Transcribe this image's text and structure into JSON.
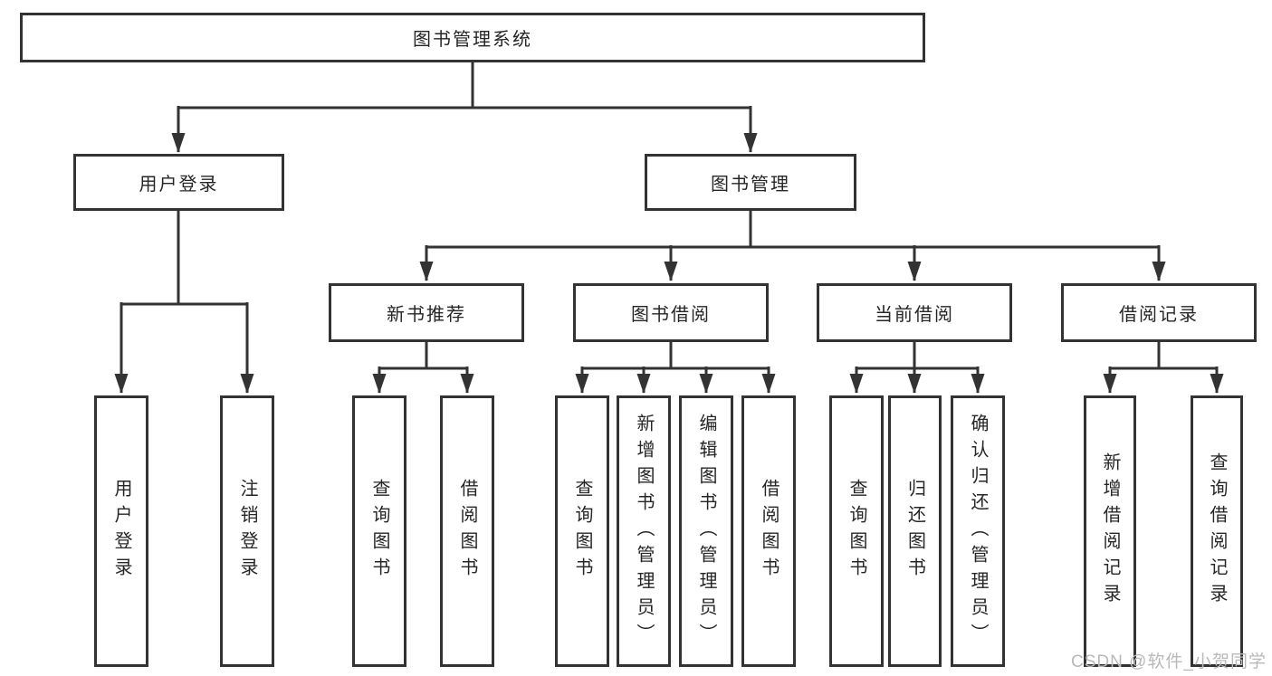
{
  "diagram_type": "hierarchy-tree",
  "colors": {
    "line": "#333333",
    "border": "#333333",
    "text": "#262626",
    "watermark": "#b9b9b9",
    "background": "#ffffff"
  },
  "watermark": "CSDN @软件_小贺同学",
  "tree": {
    "root": {
      "label": "图书管理系统"
    },
    "branches": [
      {
        "label": "用户登录",
        "leaves": [
          {
            "label": "用户登录"
          },
          {
            "label": "注销登录"
          }
        ]
      },
      {
        "label": "图书管理",
        "groups": [
          {
            "label": "新书推荐",
            "leaves": [
              {
                "label": "查询图书"
              },
              {
                "label": "借阅图书"
              }
            ]
          },
          {
            "label": "图书借阅",
            "leaves": [
              {
                "label": "查询图书"
              },
              {
                "label": "新增图书（管理员）"
              },
              {
                "label": "编辑图书（管理员）"
              },
              {
                "label": "借阅图书"
              }
            ]
          },
          {
            "label": "当前借阅",
            "leaves": [
              {
                "label": "查询图书"
              },
              {
                "label": "归还图书"
              },
              {
                "label": "确认归还（管理员）"
              }
            ]
          },
          {
            "label": "借阅记录",
            "leaves": [
              {
                "label": "新增借阅记录"
              },
              {
                "label": "查询借阅记录"
              }
            ]
          }
        ]
      }
    ]
  }
}
